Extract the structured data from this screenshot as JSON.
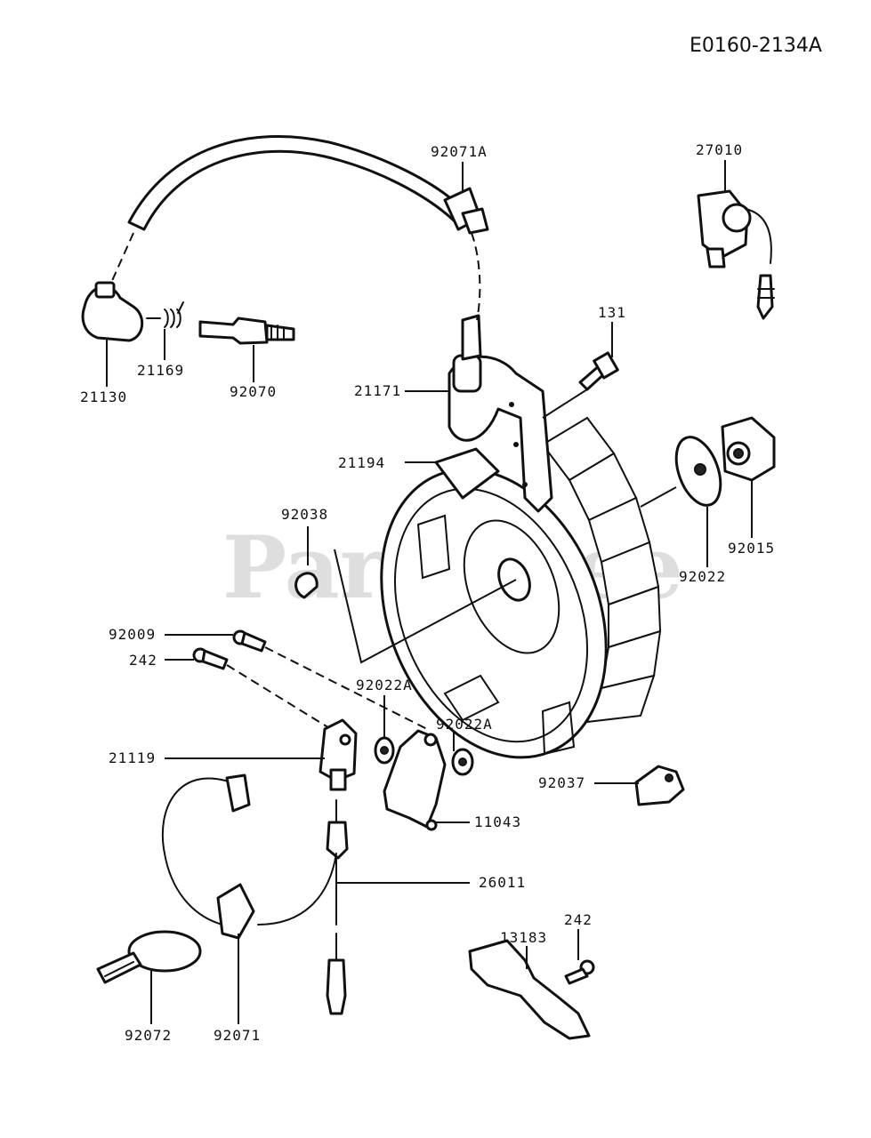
{
  "diagram_code": "E0160-2134A",
  "watermark": "PartsTree",
  "parts": [
    {
      "number": "92071A",
      "name": "boot-grommet"
    },
    {
      "number": "27010",
      "name": "stop-switch"
    },
    {
      "number": "21130",
      "name": "plug-cap"
    },
    {
      "number": "21169",
      "name": "spring"
    },
    {
      "number": "92070",
      "name": "spark-plug"
    },
    {
      "number": "131",
      "name": "bolt"
    },
    {
      "number": "21171",
      "name": "ignition-coil"
    },
    {
      "number": "21194",
      "name": "flywheel"
    },
    {
      "number": "92038",
      "name": "key"
    },
    {
      "number": "92015",
      "name": "nut"
    },
    {
      "number": "92022",
      "name": "washer"
    },
    {
      "number": "92009",
      "name": "screw"
    },
    {
      "number": "242",
      "name": "bolt"
    },
    {
      "number": "92022A",
      "name": "washer"
    },
    {
      "number": "92022A",
      "name": "washer"
    },
    {
      "number": "21119",
      "name": "ignitor"
    },
    {
      "number": "92037",
      "name": "clamp"
    },
    {
      "number": "11043",
      "name": "bracket"
    },
    {
      "number": "26011",
      "name": "lead-wire"
    },
    {
      "number": "242",
      "name": "bolt"
    },
    {
      "number": "13183",
      "name": "plate"
    },
    {
      "number": "92072",
      "name": "band"
    },
    {
      "number": "92071",
      "name": "grommet"
    }
  ]
}
